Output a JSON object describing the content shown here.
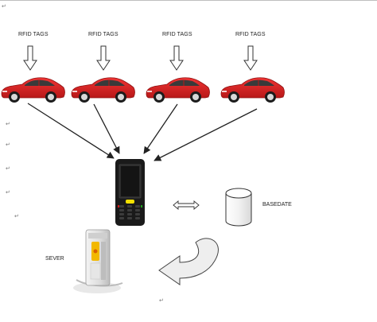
{
  "diagram": {
    "rfid_labels": [
      "RFID TAGS",
      "RFID TAGS",
      "RFID TAGS",
      "RFID TAGS"
    ],
    "database_label": "BASEDATE",
    "server_label": "SEVER",
    "paragraph_mark": "↵",
    "colors": {
      "car": "#d91f1f",
      "car_dark": "#8e1010",
      "arrow": "#222222",
      "handheld": "#1a1a1a",
      "keypad_accent": "#f2e000",
      "curved_arrow_fill": "#eeeeee"
    }
  }
}
